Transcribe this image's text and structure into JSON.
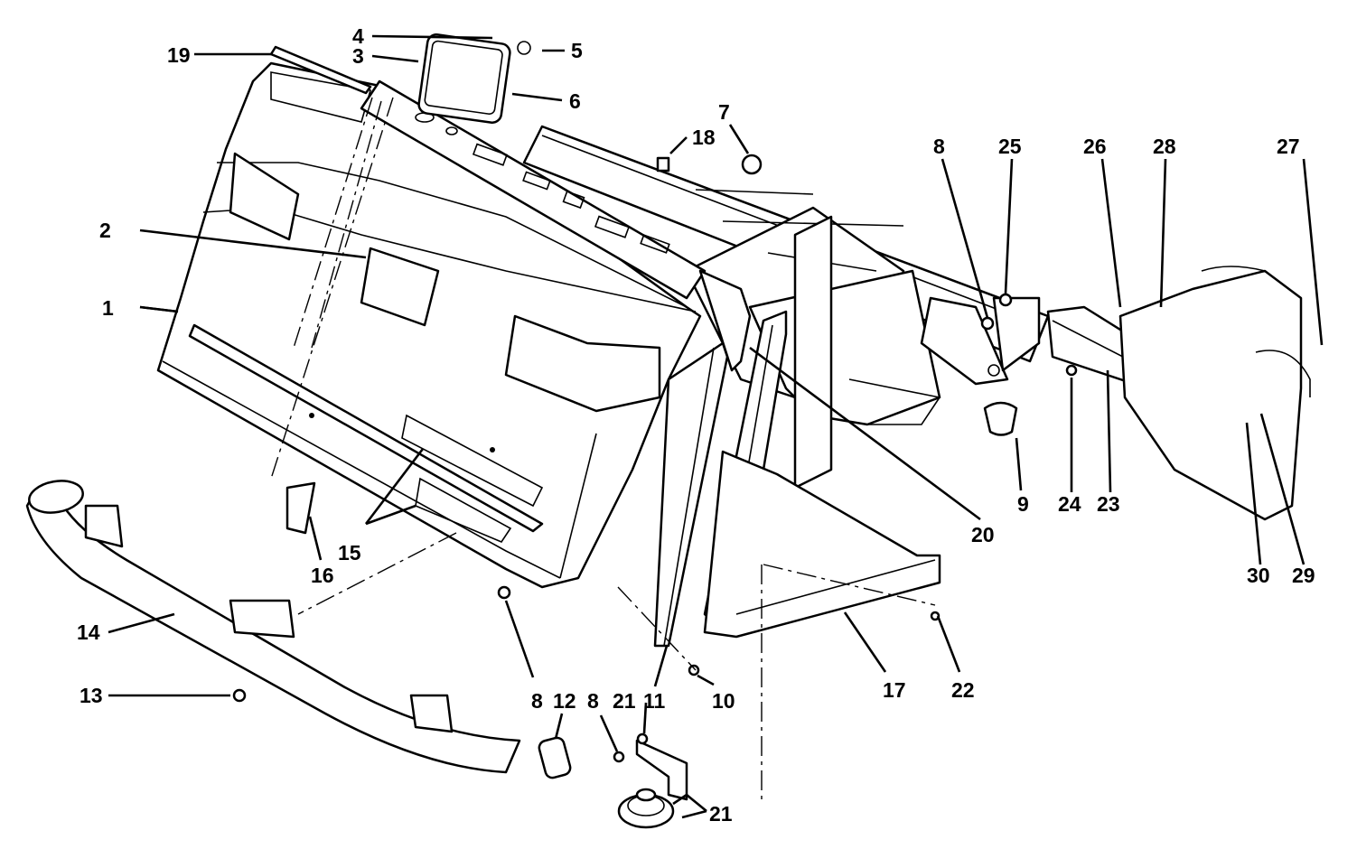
{
  "callouts": [
    {
      "id": "c1",
      "text": "1"
    },
    {
      "id": "c2",
      "text": "2"
    },
    {
      "id": "c3",
      "text": "3"
    },
    {
      "id": "c4",
      "text": "4"
    },
    {
      "id": "c5",
      "text": "5"
    },
    {
      "id": "c6",
      "text": "6"
    },
    {
      "id": "c7",
      "text": "7"
    },
    {
      "id": "c8a",
      "text": "8"
    },
    {
      "id": "c8b",
      "text": "8"
    },
    {
      "id": "c8c",
      "text": "8"
    },
    {
      "id": "c9",
      "text": "9"
    },
    {
      "id": "c10",
      "text": "10"
    },
    {
      "id": "c11",
      "text": "11"
    },
    {
      "id": "c12",
      "text": "12"
    },
    {
      "id": "c13",
      "text": "13"
    },
    {
      "id": "c14",
      "text": "14"
    },
    {
      "id": "c15",
      "text": "15"
    },
    {
      "id": "c16",
      "text": "16"
    },
    {
      "id": "c17",
      "text": "17"
    },
    {
      "id": "c18",
      "text": "18"
    },
    {
      "id": "c19",
      "text": "19"
    },
    {
      "id": "c20",
      "text": "20"
    },
    {
      "id": "c21a",
      "text": "21"
    },
    {
      "id": "c21b",
      "text": "21"
    },
    {
      "id": "c22",
      "text": "22"
    },
    {
      "id": "c23",
      "text": "23"
    },
    {
      "id": "c24",
      "text": "24"
    },
    {
      "id": "c25",
      "text": "25"
    },
    {
      "id": "c26",
      "text": "26"
    },
    {
      "id": "c27",
      "text": "27"
    },
    {
      "id": "c28",
      "text": "28"
    },
    {
      "id": "c29",
      "text": "29"
    },
    {
      "id": "c30",
      "text": "30"
    }
  ]
}
